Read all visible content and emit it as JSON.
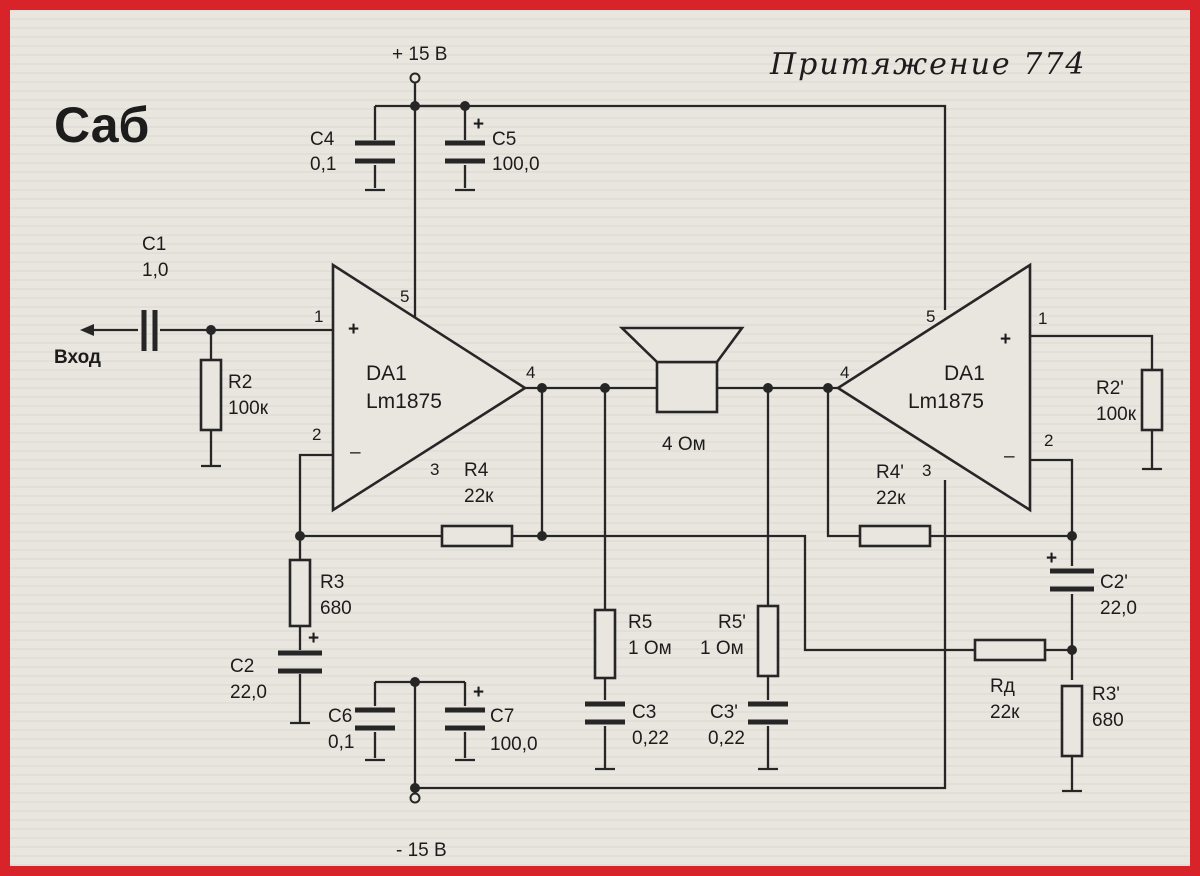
{
  "title": "Саб",
  "brand": "Притяжение 774",
  "supply": {
    "pos": "+ 15 В",
    "neg": "- 15 В"
  },
  "input_label": "Вход",
  "amp_left": {
    "name": "DA1",
    "model": "Lm1875",
    "pin1": "1",
    "pin2": "2",
    "pin3": "3",
    "pin4": "4",
    "pin5": "5",
    "plus": "+",
    "minus": "–"
  },
  "amp_right": {
    "name": "DA1",
    "model": "Lm1875",
    "pin1": "1",
    "pin2": "2",
    "pin3": "3",
    "pin4": "4",
    "pin5": "5",
    "plus": "+",
    "minus": "–"
  },
  "speaker": "4 Ом",
  "components": {
    "c1": {
      "name": "C1",
      "value": "1,0"
    },
    "c2": {
      "name": "C2",
      "value": "22,0"
    },
    "c2p": {
      "name": "C2'",
      "value": "22,0"
    },
    "c3": {
      "name": "C3",
      "value": "0,22"
    },
    "c3p": {
      "name": "C3'",
      "value": "0,22"
    },
    "c4": {
      "name": "C4",
      "value": "0,1"
    },
    "c5": {
      "name": "C5",
      "value": "100,0"
    },
    "c6": {
      "name": "C6",
      "value": "0,1"
    },
    "c7": {
      "name": "C7",
      "value": "100,0"
    },
    "r2": {
      "name": "R2",
      "value": "100к"
    },
    "r2p": {
      "name": "R2'",
      "value": "100к"
    },
    "r3": {
      "name": "R3",
      "value": "680"
    },
    "r3p": {
      "name": "R3'",
      "value": "680"
    },
    "r4": {
      "name": "R4",
      "value": "22к"
    },
    "r4p": {
      "name": "R4'",
      "value": "22к"
    },
    "r5": {
      "name": "R5",
      "value": "1 Ом"
    },
    "r5p": {
      "name": "R5'",
      "value": "1 Ом"
    },
    "rd": {
      "name": "Rд",
      "value": "22к"
    }
  },
  "polarity_plus": "+"
}
